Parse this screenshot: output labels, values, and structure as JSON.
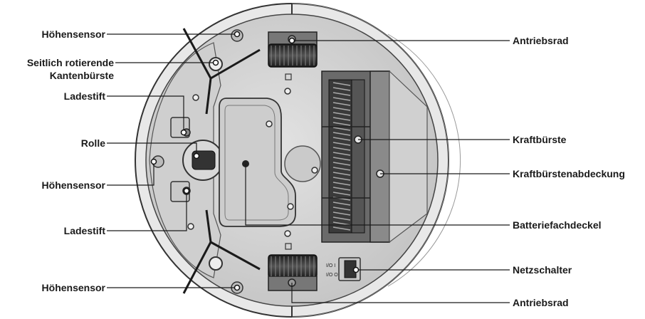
{
  "title": "",
  "labels_left": [
    {
      "id": "hoehensensor-top",
      "text": "Höhensensor"
    },
    {
      "id": "seitenbuerste",
      "text": "Seitlich rotierende",
      "text2": "Kantenbürste"
    },
    {
      "id": "ladestift-top",
      "text": "Ladestift"
    },
    {
      "id": "rolle",
      "text": "Rolle"
    },
    {
      "id": "hoehensensor-mid",
      "text": "Höhensensor"
    },
    {
      "id": "ladestift-bottom",
      "text": "Ladestift"
    },
    {
      "id": "hoehensensor-bottom",
      "text": "Höhensensor"
    }
  ],
  "labels_right": [
    {
      "id": "antriebsrad-top",
      "text": "Antriebsrad"
    },
    {
      "id": "kraftbuerste",
      "text": "Kraftbürste"
    },
    {
      "id": "kraftbuerstenabdeckung",
      "text": "Kraftbürstenabdeckung"
    },
    {
      "id": "batteriefachdeckel",
      "text": "Batteriefachdeckel"
    },
    {
      "id": "netzschalter",
      "text": "Netzschalter"
    },
    {
      "id": "antriebsrad-bottom",
      "text": "Antriebsrad"
    }
  ],
  "switch_marks": {
    "on": "I/O I",
    "off": "I/O O"
  },
  "colors": {
    "body": "#d4d4d4",
    "rim": "#e6e6e6",
    "dark": "#2b2b2b",
    "line": "#1a1a1a"
  }
}
